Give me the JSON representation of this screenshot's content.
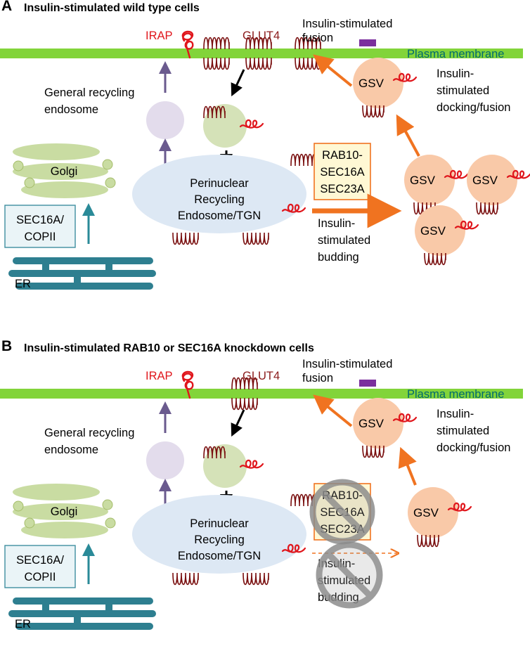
{
  "colors": {
    "membrane": "#82d43a",
    "membrane_label": "#006a6d",
    "gsv_fill": "#f9c9a8",
    "endosome_fill": "#dde8f4",
    "green_vesicle": "#d5e2b8",
    "general_endosome": "#e3dcec",
    "golgi": "#c9dca2",
    "er": "#2e7f90",
    "orange_arrow": "#f07320",
    "purple_arrow": "#6a5a8e",
    "teal_arrow": "#2a8a98",
    "glut4": "#7a1010",
    "irap": "#e0161c",
    "docking": "#7b2f9e",
    "prohibit": "#8c8c8c"
  },
  "panels": [
    {
      "letter": "A",
      "title": "Insulin-stimulated wild type cells",
      "irap": "IRAP",
      "glut4": "GLUT4",
      "plasma_membrane": "Plasma membrane",
      "fusion": [
        "Insulin-stimulated",
        "fusion"
      ],
      "docking": [
        "Insulin-",
        "stimulated",
        "docking/fusion"
      ],
      "general": [
        "General recycling",
        "endosome"
      ],
      "golgi": "Golgi",
      "sec16_copii": [
        "SEC16A/",
        "COPII"
      ],
      "er": "ER",
      "perinuclear": [
        "Perinuclear",
        "Recycling",
        "Endosome/TGN"
      ],
      "rab_box": [
        "RAB10-",
        "SEC16A",
        "SEC23A"
      ],
      "budding": [
        "Insulin-",
        "stimulated",
        "budding"
      ],
      "gsv": "GSV",
      "budding_blocked": false
    },
    {
      "letter": "B",
      "title": "Insulin-stimulated RAB10 or SEC16A knockdown cells",
      "irap": "IRAP",
      "glut4": "GLUT4",
      "plasma_membrane": "Plasma membrane",
      "fusion": [
        "Insulin-stimulated",
        "fusion"
      ],
      "docking": [
        "Insulin-",
        "stimulated",
        "docking/fusion"
      ],
      "general": [
        "General recycling",
        "endosome"
      ],
      "golgi": "Golgi",
      "sec16_copii": [
        "SEC16A/",
        "COPII"
      ],
      "er": "ER",
      "perinuclear": [
        "Perinuclear",
        "Recycling",
        "Endosome/TGN"
      ],
      "rab_box": [
        "RAB10-",
        "SEC16A",
        "SEC23A"
      ],
      "budding": [
        "Insulin-",
        "stimulated",
        "budding"
      ],
      "gsv": "GSV",
      "budding_blocked": true
    }
  ]
}
